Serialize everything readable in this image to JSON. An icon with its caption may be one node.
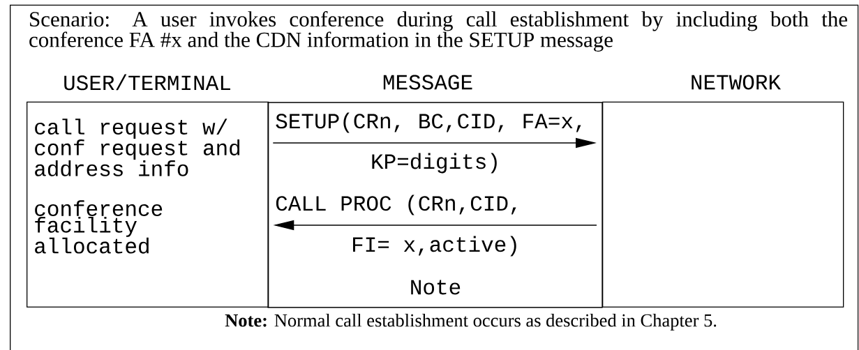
{
  "diagram": {
    "nodes": [
      {
        "text": [
          "Scenario: A user invokes conference during call establishment by including both the conference FA #x and the CDN information in the SETUP message"
        ]
      },
      {
        "text": [
          "call request w/ conf request and address info",
          "conference facility allocated"
        ],
        "in": 0
      },
      {
        "text": [],
        "shape": "box",
        "in": 0
      }
    ],
    "edges": [
      {
        "from": 1,
        "to": 2,
        "arrow": "to"
      },
      {
        "from": 2,
        "to": 1,
        "arrow": "to"
      }
    ],
    "labels": [
      "USER/TERMINAL",
      "MESSAGE",
      "NETWORK",
      "SETUP(CRn, BC,CID, FA=x,",
      "KP=digits)",
      "CALL PROC (CRn,CID,",
      "FI= x,active)",
      "Note",
      "**Note:** Normal call establishment occurs as described in Chapter 5."
    ]
  }
}
